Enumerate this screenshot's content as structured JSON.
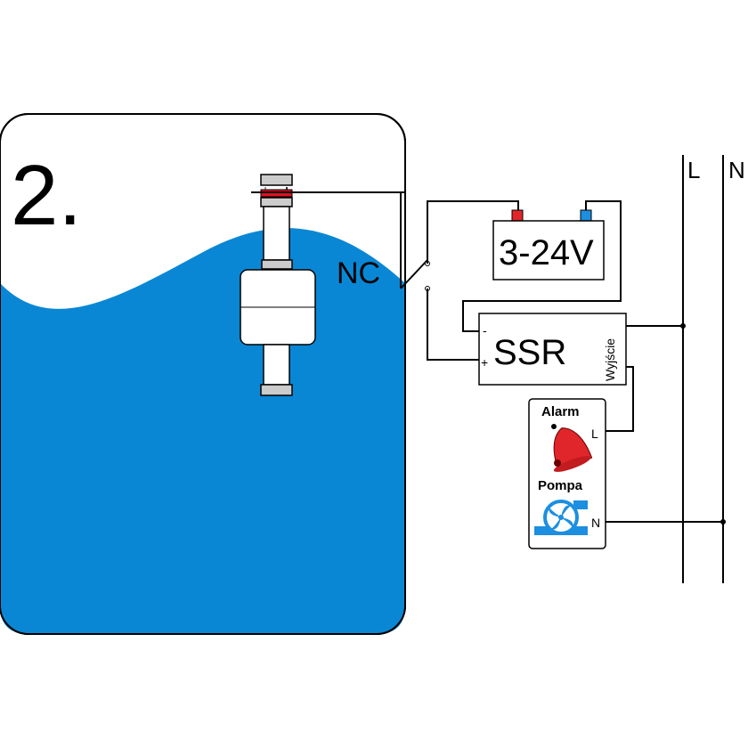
{
  "step": {
    "number": "2."
  },
  "float_switch": {
    "contact_label": "NC"
  },
  "power_supply": {
    "label": "3-24V"
  },
  "ssr": {
    "label": "SSR",
    "output_label": "Wyjście",
    "minus": "-",
    "plus": "+"
  },
  "rails": {
    "line": "L",
    "neutral": "N"
  },
  "load_box": {
    "alarm_label": "Alarm",
    "pump_label": "Pompa",
    "terminal_l": "L",
    "terminal_n": "N"
  },
  "colors": {
    "water": "#0a87d4",
    "bell": "#e0262b",
    "positive_terminal": "#e0262b",
    "negative_terminal": "#1c8fe0",
    "pump": "#1c8fe0",
    "wire": "#000000"
  }
}
